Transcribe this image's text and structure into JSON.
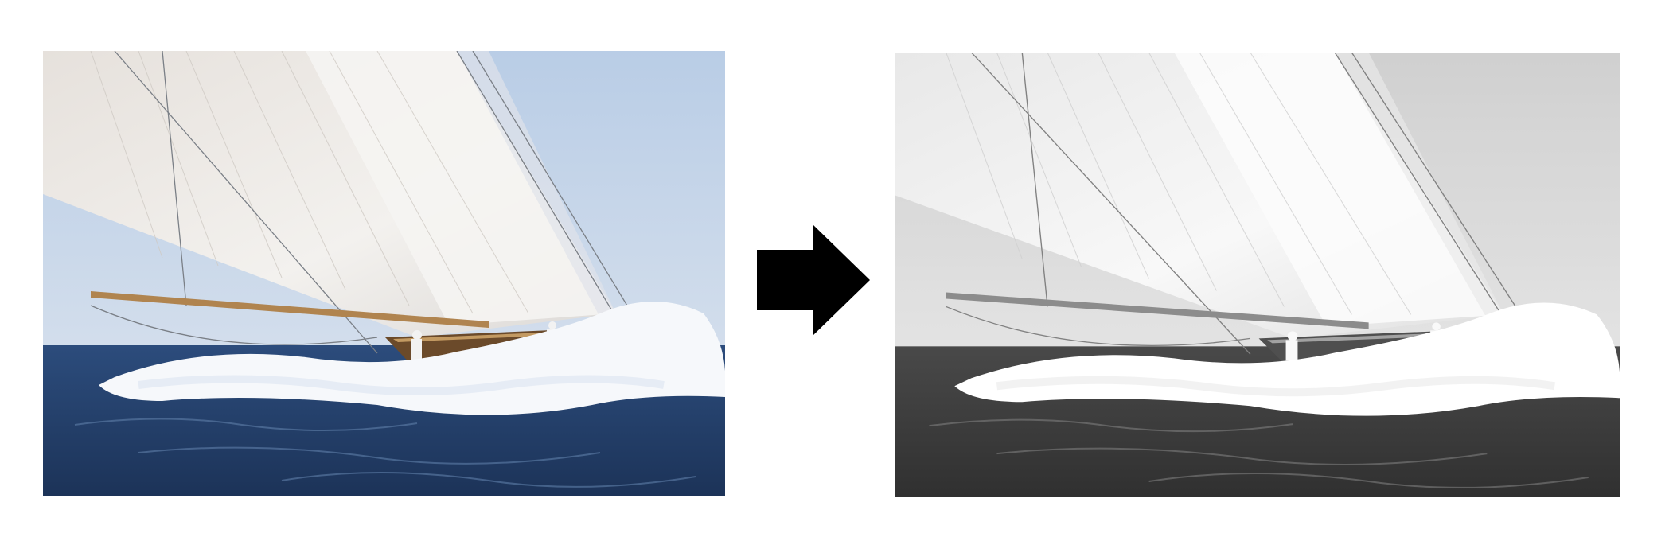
{
  "figure": {
    "left_image": {
      "subject": "sailing-yacht-painting",
      "mode": "color"
    },
    "arrow": {
      "icon": "right-arrow-icon",
      "color": "#000000"
    },
    "right_image": {
      "subject": "sailing-yacht-painting",
      "mode": "grayscale"
    }
  },
  "colors": {
    "sky_top": "#b9cde6",
    "sky_bottom": "#d3deec",
    "sea_dark": "#1c3358",
    "sea_mid": "#2c4c7c",
    "sail": "#eeecea",
    "spar": "#b0844f",
    "foam": "#f6f8fb"
  }
}
